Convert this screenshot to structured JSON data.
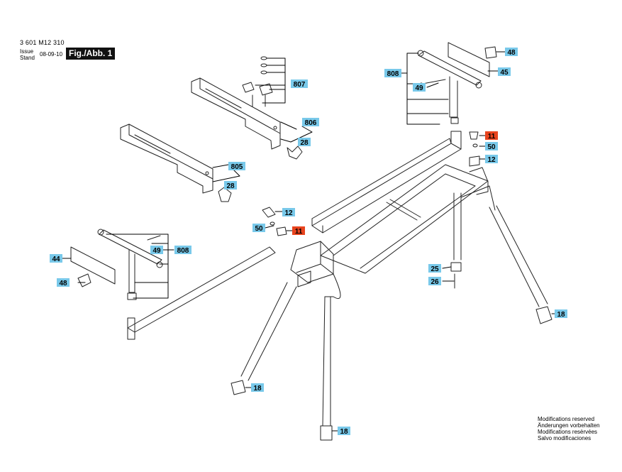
{
  "header": {
    "doc_number": "3 601 M12 310",
    "issue_label_1": "Issue",
    "issue_label_2": "Stand",
    "issue_date": "08-09-10",
    "figure_label": "Fig./Abb. 1"
  },
  "notes": [
    "Modifications reserved",
    "Änderungen vorbehalten",
    "Modifications resèrvées",
    "Salvo modificaciones"
  ],
  "colors": {
    "label_blue": "#79c9ea",
    "label_red": "#e8441e",
    "line": "#222222"
  },
  "labels": [
    {
      "id": "48a",
      "text": "48",
      "color": "blue"
    },
    {
      "id": "45",
      "text": "45",
      "color": "blue"
    },
    {
      "id": "808a",
      "text": "808",
      "color": "blue"
    },
    {
      "id": "49a",
      "text": "49",
      "color": "blue"
    },
    {
      "id": "11a",
      "text": "11",
      "color": "red"
    },
    {
      "id": "50a",
      "text": "50",
      "color": "blue"
    },
    {
      "id": "12a",
      "text": "12",
      "color": "blue"
    },
    {
      "id": "807",
      "text": "807",
      "color": "blue"
    },
    {
      "id": "806",
      "text": "806",
      "color": "blue"
    },
    {
      "id": "28a",
      "text": "28",
      "color": "blue"
    },
    {
      "id": "805",
      "text": "805",
      "color": "blue"
    },
    {
      "id": "28b",
      "text": "28",
      "color": "blue"
    },
    {
      "id": "12b",
      "text": "12",
      "color": "blue"
    },
    {
      "id": "50b",
      "text": "50",
      "color": "blue"
    },
    {
      "id": "11b",
      "text": "11",
      "color": "red"
    },
    {
      "id": "44",
      "text": "44",
      "color": "blue"
    },
    {
      "id": "49b",
      "text": "49",
      "color": "blue"
    },
    {
      "id": "808b",
      "text": "808",
      "color": "blue"
    },
    {
      "id": "48b",
      "text": "48",
      "color": "blue"
    },
    {
      "id": "25",
      "text": "25",
      "color": "blue"
    },
    {
      "id": "26",
      "text": "26",
      "color": "blue"
    },
    {
      "id": "18a",
      "text": "18",
      "color": "blue"
    },
    {
      "id": "18b",
      "text": "18",
      "color": "blue"
    },
    {
      "id": "18c",
      "text": "18",
      "color": "blue"
    }
  ]
}
